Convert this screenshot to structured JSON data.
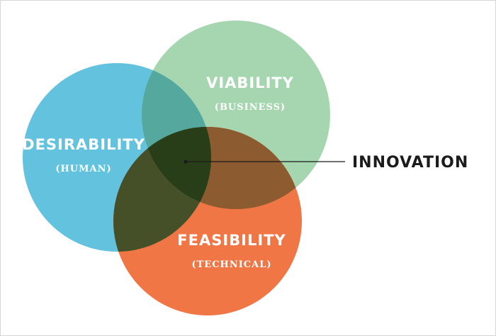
{
  "diagram": {
    "circles": {
      "desirability": {
        "title": "DESIRABILITY",
        "subtitle": "(HUMAN)",
        "color": "#63c3df"
      },
      "viability": {
        "title": "VIABILITY",
        "subtitle": "(BUSINESS)",
        "color": "#a6d6b0"
      },
      "feasibility": {
        "title": "FEASIBILITY",
        "subtitle": "(TECHNICAL)",
        "color": "#f07646"
      }
    },
    "overlaps": {
      "desirability_viability": "#55a89d",
      "desirability_feasibility": "#465028",
      "viability_feasibility": "#8d5b30",
      "center": "#273e18"
    },
    "callout": {
      "label": "INNOVATION",
      "line_color": "#1b1b1b"
    }
  }
}
